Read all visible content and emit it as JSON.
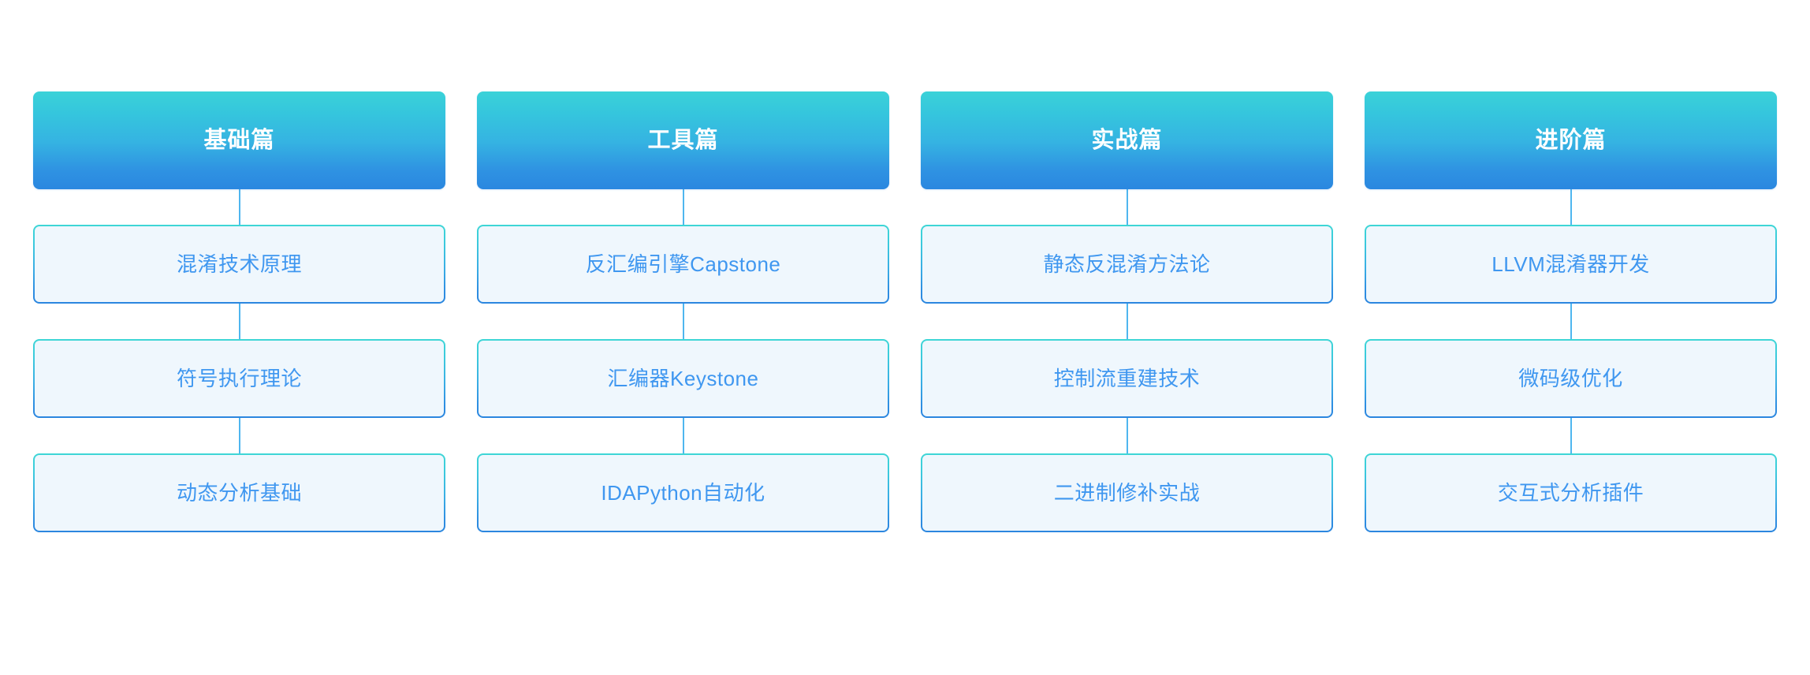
{
  "diagram": {
    "type": "column-flowchart",
    "background_color": "#ffffff",
    "header_gradient_from": "#3ad2d8",
    "header_gradient_to": "#2a87e0",
    "header_text_color": "#ffffff",
    "topic_fill_color": "#eff7fd",
    "topic_border_gradient_from": "#3ed6d6",
    "topic_border_gradient_to": "#2b86df",
    "topic_text_color": "#3f97f0",
    "connector_color": "#4fb6ef",
    "columns": [
      {
        "header": "基础篇",
        "items": [
          "混淆技术原理",
          "符号执行理论",
          "动态分析基础"
        ]
      },
      {
        "header": "工具篇",
        "items": [
          "反汇编引擎Capstone",
          "汇编器Keystone",
          "IDAPython自动化"
        ]
      },
      {
        "header": "实战篇",
        "items": [
          "静态反混淆方法论",
          "控制流重建技术",
          "二进制修补实战"
        ]
      },
      {
        "header": "进阶篇",
        "items": [
          "LLVM混淆器开发",
          "微码级优化",
          "交互式分析插件"
        ]
      }
    ]
  }
}
